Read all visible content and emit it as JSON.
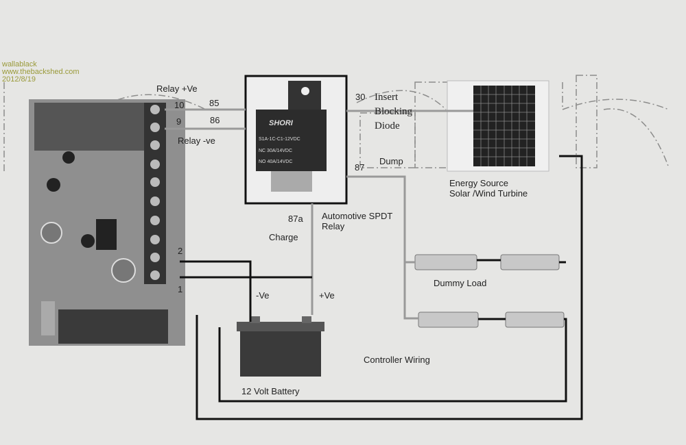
{
  "watermark": {
    "user": "wallablack",
    "site": "www.thebackshed.com",
    "date": "2012/8/19"
  },
  "controller": {
    "relay_pos_label": "Relay +Ve",
    "relay_neg_label": "Relay -ve",
    "terminal_10": "10",
    "terminal_9": "9",
    "terminal_2": "2",
    "terminal_1": "1"
  },
  "relay": {
    "brand": "SHORI",
    "model": "S1A-1C-C1-12VDC",
    "nc_rating": "NC 30A/14VDC",
    "no_rating": "NO 40A/14VDC",
    "pin_85": "85",
    "pin_86": "86",
    "pin_30": "30",
    "pin_87": "87",
    "pin_87a": "87a",
    "caption_line1": "Automotive SPDT",
    "caption_line2": "Relay"
  },
  "labels": {
    "insert": "Insert",
    "blocking": "Blocking",
    "diode": "Diode",
    "dump": "Dump",
    "charge": "Charge",
    "neg": "-Ve",
    "pos": "+Ve",
    "energy_source_1": "Energy Source",
    "energy_source_2": "Solar /Wind Turbine",
    "dummy_load": "Dummy Load",
    "controller_wiring": "Controller Wiring",
    "battery": "12 Volt Battery"
  }
}
